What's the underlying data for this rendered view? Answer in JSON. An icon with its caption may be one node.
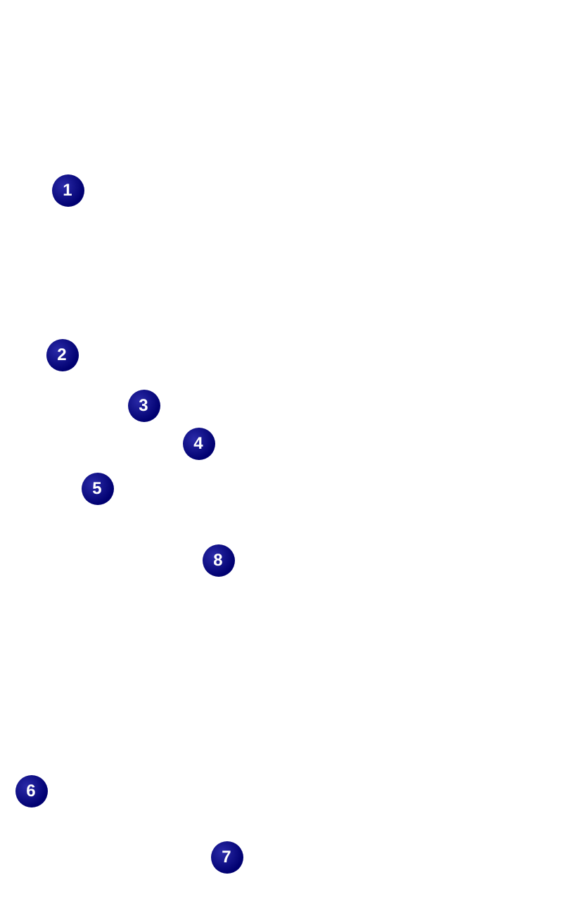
{
  "diagram": {
    "labels": [
      "1",
      "2",
      "3",
      "4",
      "5",
      "8",
      "6",
      "7"
    ]
  }
}
